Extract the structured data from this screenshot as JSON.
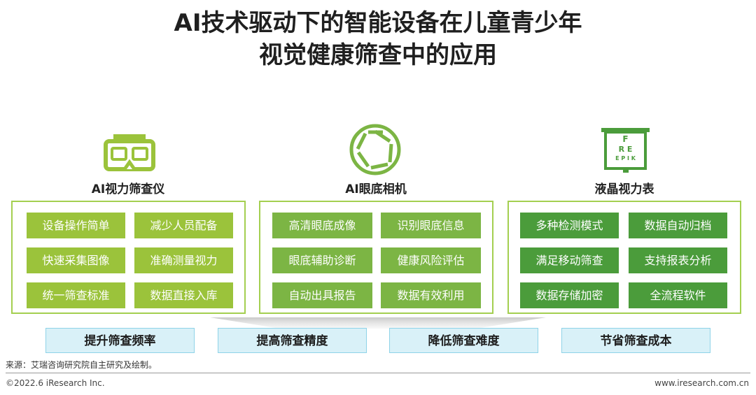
{
  "title": {
    "line1": "AI技术驱动下的智能设备在儿童青少年",
    "line2": "视觉健康筛查中的应用"
  },
  "columns": [
    {
      "name": "AI视力筛查仪",
      "icon": "vr-headset-icon",
      "features": [
        "设备操作简单",
        "减少人员配备",
        "快速采集图像",
        "准确测量视力",
        "统一筛查标准",
        "数据直接入库"
      ]
    },
    {
      "name": "AI眼底相机",
      "icon": "camera-aperture-icon",
      "features": [
        "高清眼底成像",
        "识别眼底信息",
        "眼底辅助诊断",
        "健康风险评估",
        "自动出具报告",
        "数据有效利用"
      ]
    },
    {
      "name": "液晶视力表",
      "icon": "eye-chart-icon",
      "chart_letters": {
        "row1": "F",
        "row2": "R E",
        "row3": "E P I K"
      },
      "features": [
        "多种检测模式",
        "数据自动归档",
        "满足移动筛查",
        "支持报表分析",
        "数据存储加密",
        "全流程软件"
      ]
    }
  ],
  "benefits": [
    "提升筛查频率",
    "提高筛查精度",
    "降低筛查难度",
    "节省筛查成本"
  ],
  "footer": {
    "source": "来源：艾瑞咨询研究院自主研究及绘制。",
    "copyright": "©2022.6 iResearch Inc.",
    "website": "www.iresearch.com.cn"
  },
  "colors": {
    "green_light": "#9bc33b",
    "green_mid": "#7cb544",
    "green_dark": "#4b9c3b",
    "benefit_bg": "#d9f1f8"
  }
}
